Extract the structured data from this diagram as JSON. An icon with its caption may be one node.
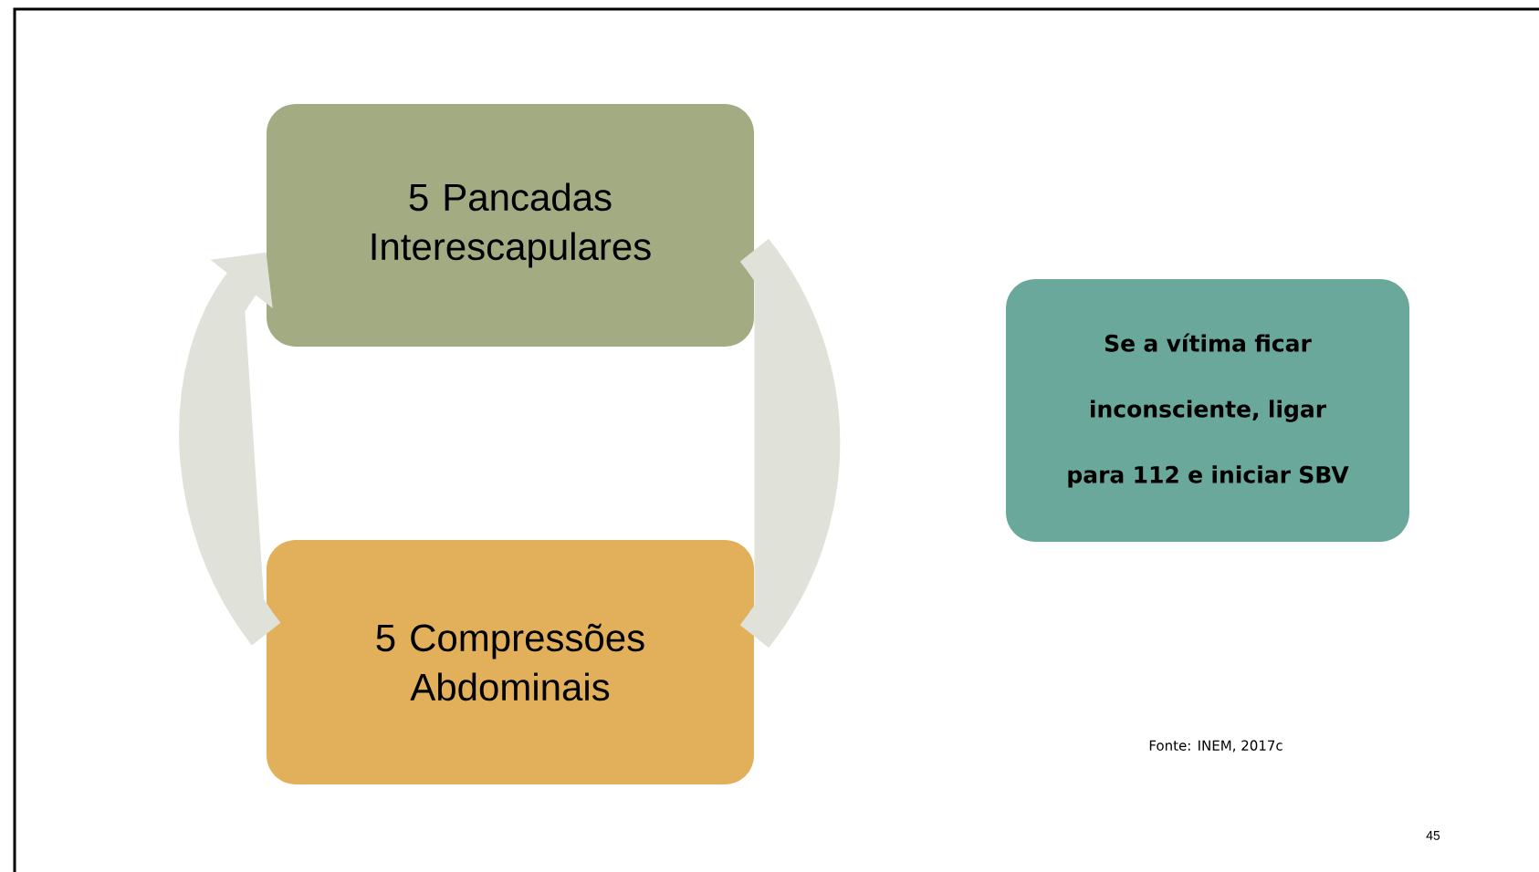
{
  "diagram": {
    "nodes": [
      {
        "text": [
          "5 Pancadas Interescapulares"
        ]
      },
      {
        "text": [
          "5 Compressões Abdominais"
        ]
      },
      {
        "text": [
          "Se a vítima ficar inconsciente, ligar para 112 e iniciar SBV"
        ]
      }
    ],
    "edges": [
      {
        "from": 0,
        "to": 1,
        "arrow": "none"
      },
      {
        "from": 1,
        "to": 0,
        "arrow": "to"
      }
    ],
    "labels": [
      "Fonte: INEM, 2017c",
      "45"
    ]
  }
}
